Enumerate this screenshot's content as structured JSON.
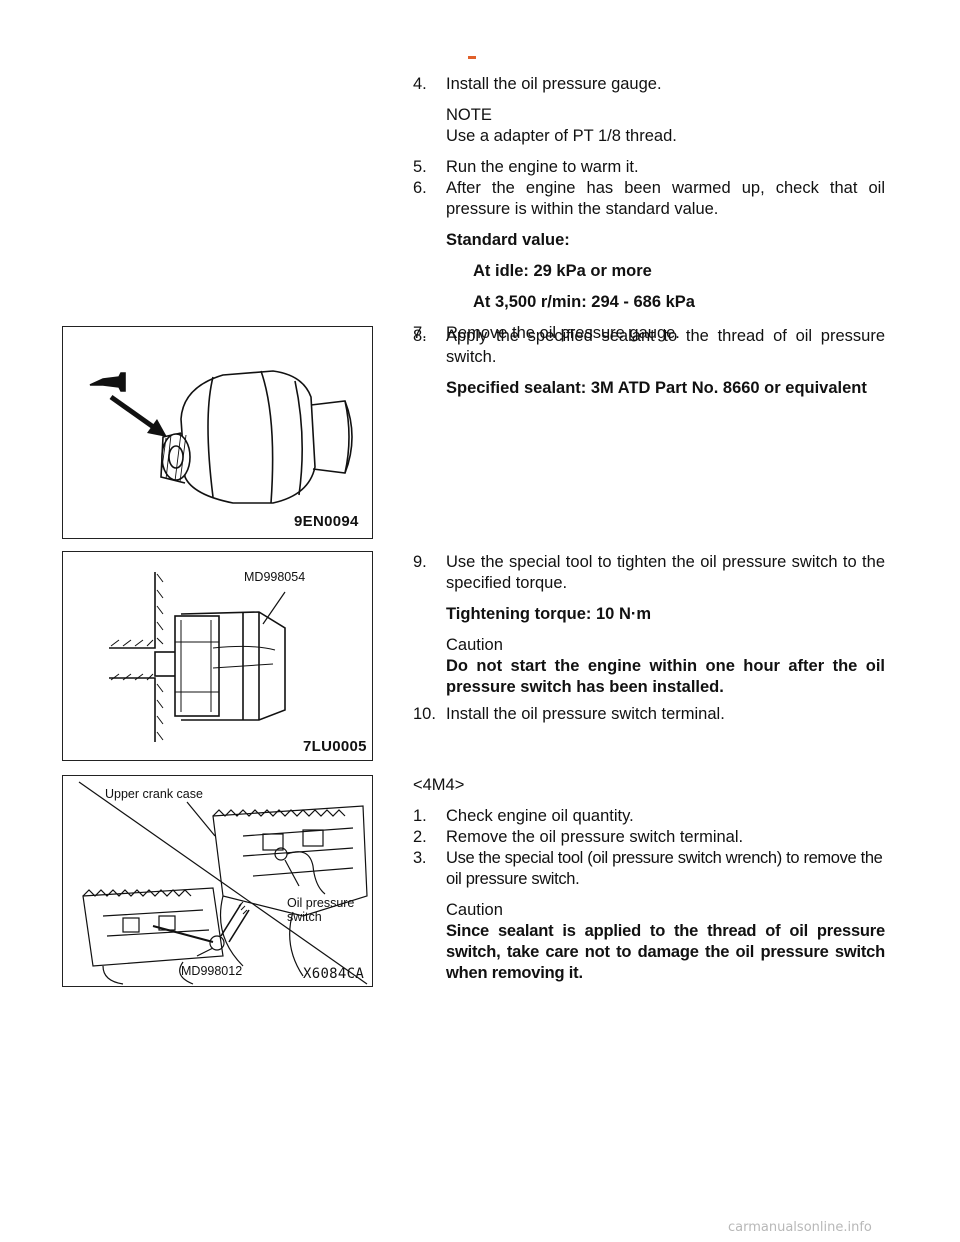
{
  "section1": {
    "step4": {
      "num": "4.",
      "text": "Install the oil pressure gauge."
    },
    "note_label": "NOTE",
    "note_text": "Use a adapter of PT 1/8 thread.",
    "step5": {
      "num": "5.",
      "text": "Run the engine to warm it."
    },
    "step6": {
      "num": "6.",
      "text": "After the engine has been warmed up, check that oil pressure is within the standard value."
    },
    "std_label": "Standard value:",
    "std_idle": "At idle: 29 kPa or more",
    "std_3500": "At 3,500 r/min: 294 - 686 kPa",
    "step7": {
      "num": "7.",
      "text": "Remove the oil pressure gauge."
    }
  },
  "section2": {
    "step8": {
      "num": "8.",
      "text": "Apply the specified sealant to the thread of oil pressure switch."
    },
    "sealant": "Specified sealant: 3M ATD Part No. 8660 or equivalent"
  },
  "section3": {
    "step9": {
      "num": "9.",
      "text": "Use the special tool to tighten the oil pressure switch to the specified torque."
    },
    "torque": "Tightening torque: 10 N·m",
    "caution_label": "Caution",
    "caution_text": "Do not start the engine within one hour after the oil pressure switch has been installed.",
    "step10": {
      "num": "10.",
      "text": "Install the oil pressure switch terminal."
    }
  },
  "section4": {
    "heading": "<4M4>",
    "step1": {
      "num": "1.",
      "text": "Check engine oil quantity."
    },
    "step2": {
      "num": "2.",
      "text": "Remove the oil pressure switch terminal."
    },
    "step3": {
      "num": "3.",
      "text": "Use the special tool (oil pressure switch wrench) to remove the oil pressure switch."
    },
    "caution_label": "Caution",
    "caution_text": "Since sealant is applied to the thread of oil pressure switch, take care not to damage the oil pressure switch when removing it."
  },
  "figures": {
    "fig1": {
      "code": "9EN0094"
    },
    "fig2": {
      "code": "7LU0005",
      "tool_label": "MD998054"
    },
    "fig3": {
      "code": "X6084CA",
      "label_case": "Upper crank case",
      "label_switch_1": "Oil pressure",
      "label_switch_2": "switch",
      "tool_label": "MD998012"
    }
  },
  "footer": {
    "watermark": "carmanualsonline.info"
  },
  "colors": {
    "marker": "#e0602a",
    "watermark": "#b8b8b8"
  }
}
